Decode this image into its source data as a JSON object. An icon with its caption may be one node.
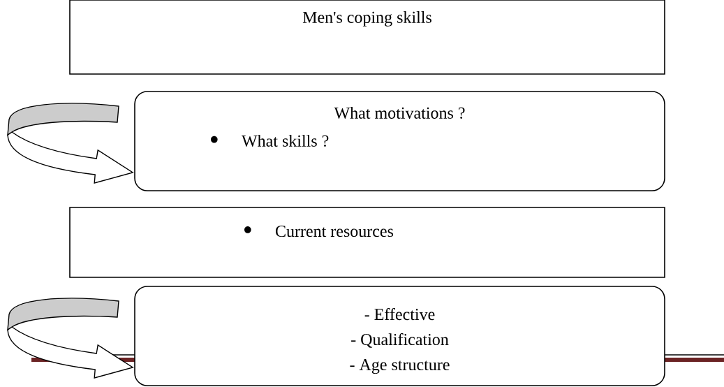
{
  "diagram": {
    "nodes": [
      {
        "text": [
          "Men's coping skills"
        ]
      },
      {
        "text": [
          "What motivations ?",
          "What skills ?"
        ]
      },
      {
        "text": [
          "Current resources"
        ]
      },
      {
        "text": [
          "- Effective",
          "- Qualification",
          "- Age structure"
        ]
      }
    ],
    "edges": [
      {
        "from": null,
        "to": 1,
        "arrow": "to"
      },
      {
        "from": null,
        "to": 3,
        "arrow": "to"
      }
    ]
  }
}
